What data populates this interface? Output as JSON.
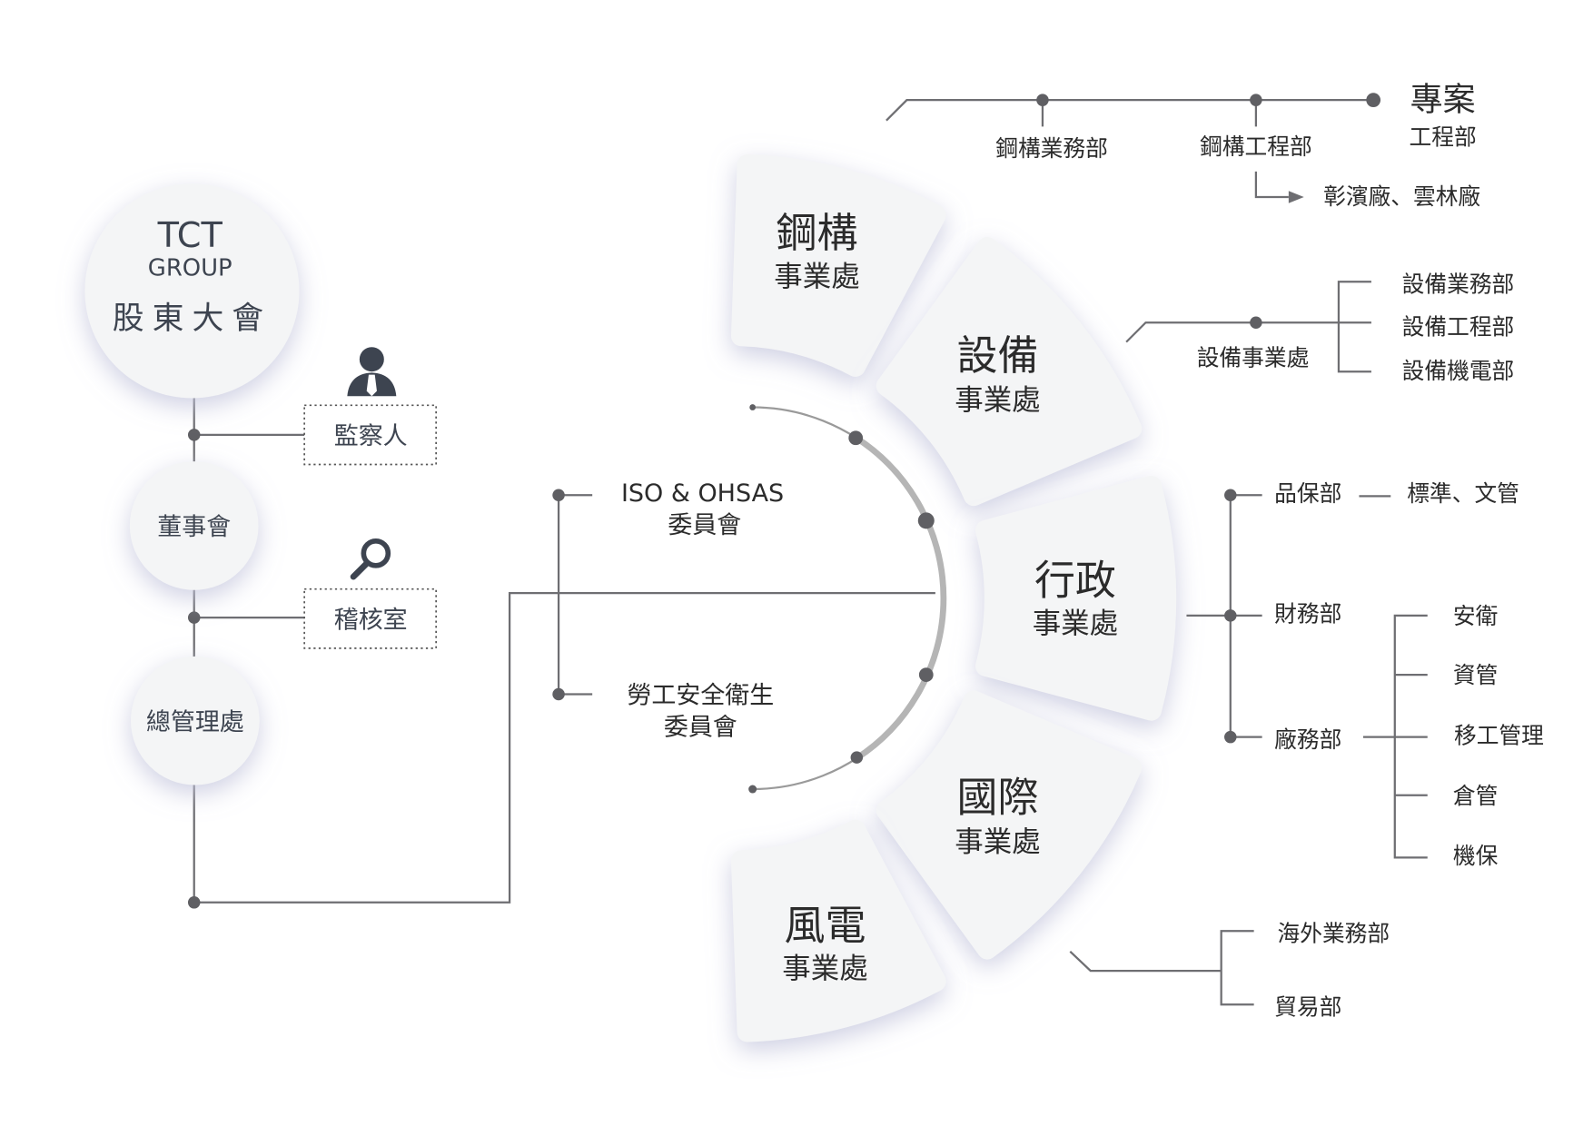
{
  "left": {
    "shareholders": {
      "line1": "TCT",
      "line2": "GROUP",
      "line3": "股東大會"
    },
    "supervisor": "監察人",
    "board": "董事會",
    "audit": "稽核室",
    "general_management": "總管理處"
  },
  "committees": [
    {
      "line1": "ISO & OHSAS",
      "line2": "委員會"
    },
    {
      "line1": "勞工安全衛生",
      "line2": "委員會"
    }
  ],
  "divisions": [
    {
      "name": "鋼構",
      "suffix": "事業處"
    },
    {
      "name": "設備",
      "suffix": "事業處"
    },
    {
      "name": "行政",
      "suffix": "事業處"
    },
    {
      "name": "國際",
      "suffix": "事業處"
    },
    {
      "name": "風電",
      "suffix": "事業處"
    }
  ],
  "steel": {
    "sales": "鋼構業務部",
    "engineering": "鋼構工程部",
    "project_line1": "專案",
    "project_line2": "工程部",
    "plants": "彰濱廠、雲林廠"
  },
  "equipment": {
    "division": "設備事業處",
    "units": [
      "設備業務部",
      "設備工程部",
      "設備機電部"
    ]
  },
  "admin": {
    "qa": "品保部",
    "qa_scope": "標準、文管",
    "finance": "財務部",
    "plant_affairs": "廠務部",
    "plant_units": [
      "安衛",
      "資管",
      "移工管理",
      "倉管",
      "機保"
    ]
  },
  "international": {
    "units": [
      "海外業務部",
      "貿易部"
    ]
  },
  "colors": {
    "petal": "#f4f5f6",
    "line": "#6e6e72",
    "icon": "#3d4450",
    "arc": "#b5b5b5"
  }
}
